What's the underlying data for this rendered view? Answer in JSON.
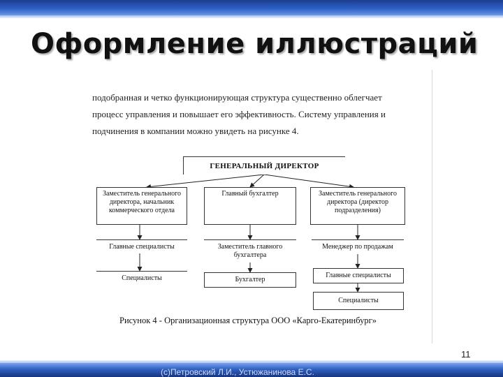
{
  "slide": {
    "title": "Оформление иллюстраций",
    "page_number": "11",
    "footer": "(c)Петровский Л.И., Устюжанинова Е.С."
  },
  "document": {
    "paragraph_lines": [
      "подобранная и четко функционирующая структура существенно облегчает",
      "процесс управления и повышает его эффективность. Систему управления и",
      "подчинения в компании можно увидеть на рисунке 4."
    ],
    "org_chart": {
      "top": "ГЕНЕРАЛЬНЫЙ ДИРЕКТОР",
      "deputy_commercial": "Заместитель генерального директора, начальник коммерческого отдела",
      "chief_accountant": "Главный бухгалтер",
      "deputy_division": "Заместитель генерального директора (директор подразделения)",
      "main_specialists_left": "Главные специалисты",
      "deputy_chief_accountant": "Заместитель главного бухгалтера",
      "sales_manager": "Менеджер по продажам",
      "specialists_left": "Специалисты",
      "accountant": "Бухгалтер",
      "main_specialists_right": "Главные специалисты",
      "specialists_right": "Специалисты"
    },
    "caption": "Рисунок 4 - Организационная структура ООО «Карго-Екатеринбург»"
  }
}
